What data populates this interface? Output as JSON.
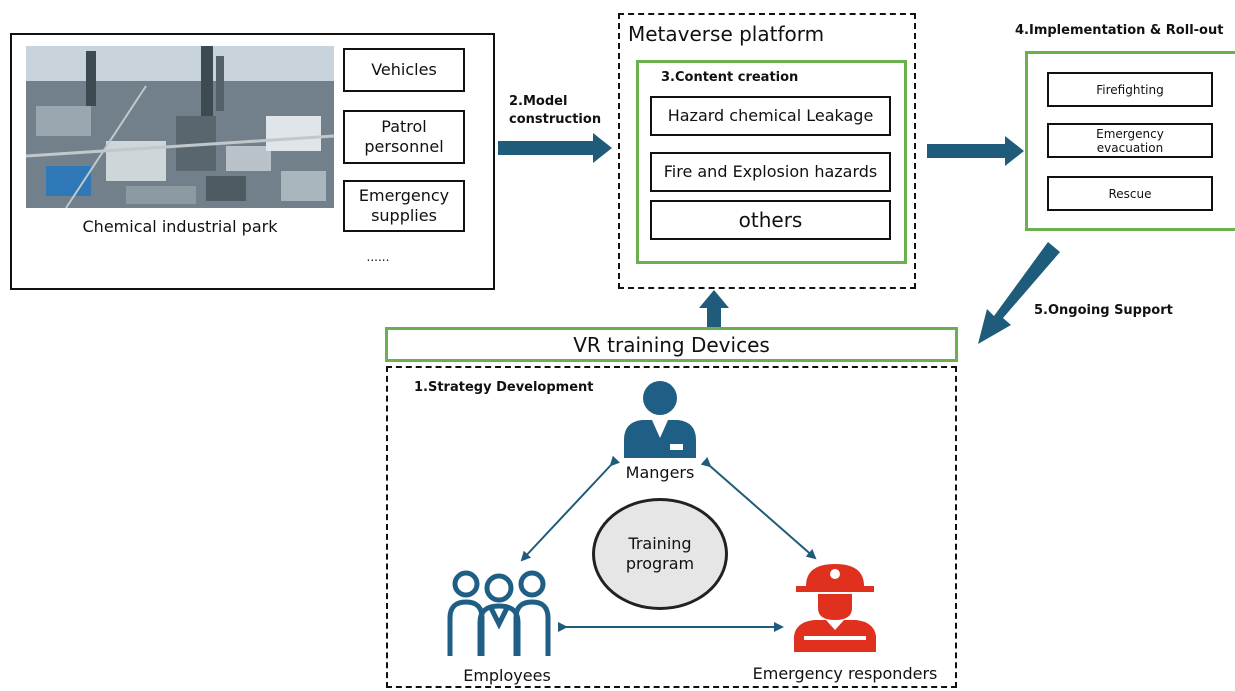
{
  "park": {
    "caption": "Chemical industrial park",
    "items": [
      "Vehicles",
      "Patrol personnel",
      "Emergency supplies"
    ],
    "ellipsis": "......"
  },
  "step2": {
    "label": "2.Model construction"
  },
  "platform": {
    "title": "Metaverse platform",
    "content_title": "3.Content creation",
    "items": [
      "Hazard chemical Leakage",
      "Fire and Explosion hazards",
      "others"
    ]
  },
  "step4": {
    "title": "4.Implementation & Roll-out",
    "items": [
      "Firefighting",
      "Emergency evacuation",
      "Rescue"
    ]
  },
  "step5": {
    "label": "5.Ongoing Support"
  },
  "vr": {
    "label": "VR training Devices"
  },
  "strategy": {
    "title": "1.Strategy Development",
    "managers": "Mangers",
    "center": "Training program",
    "employees": "Employees",
    "responders": "Emergency responders"
  },
  "colors": {
    "arrow": "#1f5b7a",
    "green": "#6ab04c",
    "person": "#1f5e85",
    "responder": "#e0301e"
  },
  "icons": [
    "factory-photo",
    "manager-icon",
    "employees-icon",
    "firefighter-icon"
  ]
}
